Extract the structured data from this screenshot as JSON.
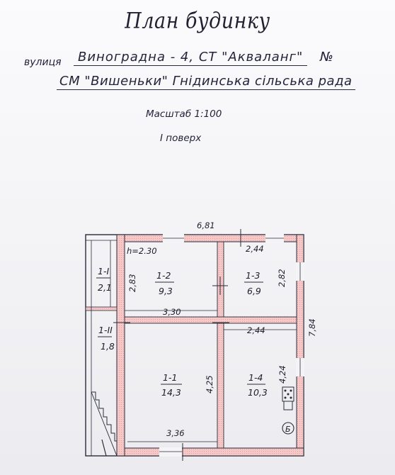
{
  "document": {
    "title": "План будинку",
    "street_label": "вулиця",
    "street_value": "Виноградна  -  4,  СТ  \"Акваланг\"",
    "number_label": "№",
    "settlement": "СМ  \"Вишеньки\"  Гнідинська  сільська  рада",
    "scale": "Масштаб  1:100",
    "floor": "І  поверх"
  },
  "plan": {
    "overall_width": "6,81",
    "overall_depth": "7,84",
    "height": "h=2.30",
    "dims": {
      "room12_width": "3,30",
      "room12_depth": "2,83",
      "room13_width_top": "2,44",
      "room13_depth": "2,82",
      "room14_width": "2,44",
      "room14_depth": "4,24",
      "room11_depth": "4,25",
      "room11_width": "3,36"
    },
    "rooms": [
      {
        "id": "1-1",
        "area": "14,3"
      },
      {
        "id": "1-2",
        "area": "9,3"
      },
      {
        "id": "1-3",
        "area": "6,9"
      },
      {
        "id": "1-4",
        "area": "10,3"
      },
      {
        "id": "1-І",
        "area": "2,1"
      },
      {
        "id": "1-ІІ",
        "area": "1,8"
      }
    ],
    "stove_mark": "Б"
  }
}
